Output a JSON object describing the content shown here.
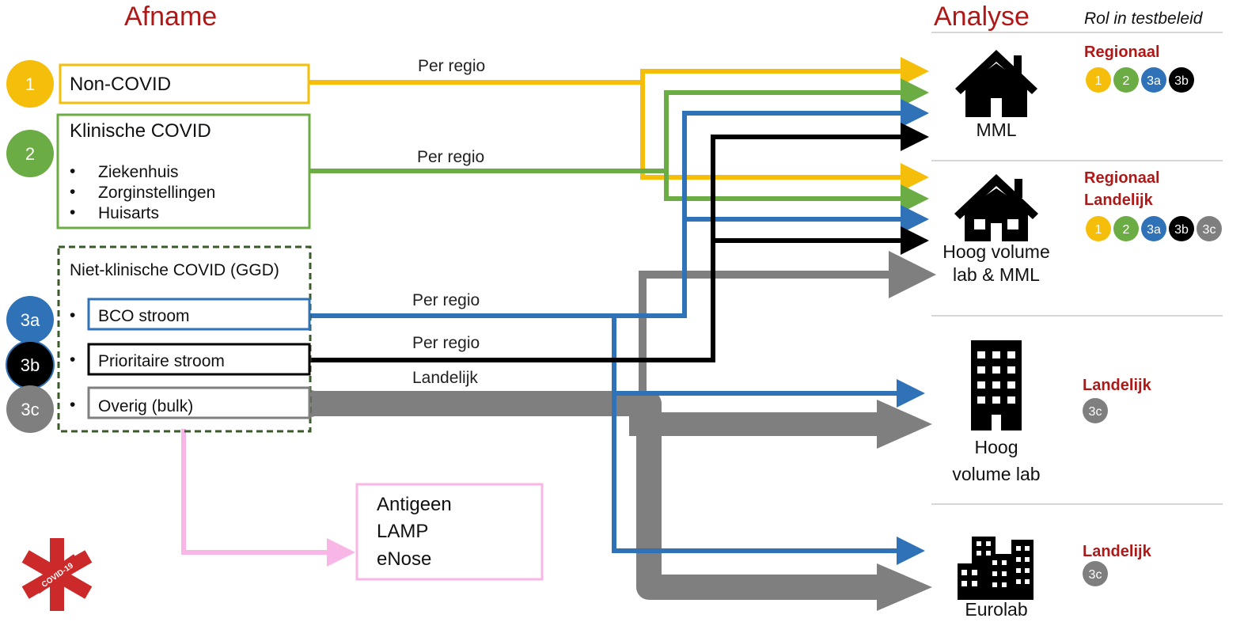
{
  "headers": {
    "afname": "Afname",
    "analyse": "Analyse",
    "rol": "Rol in testbeleid"
  },
  "sources": {
    "non_covid": {
      "num": "1",
      "title": "Non-COVID",
      "color": "#f5be0b"
    },
    "klinisch": {
      "num": "2",
      "title": "Klinische COVID",
      "color": "#6cac44",
      "items": [
        "Ziekenhuis",
        "Zorginstellingen",
        "Huisarts"
      ]
    },
    "niet_klinisch": {
      "title": "Niet-klinische COVID (GGD)",
      "border_color": "#3b5a2a",
      "streams": [
        {
          "num": "3a",
          "label": "BCO stroom",
          "color": "#2f72b8"
        },
        {
          "num": "3b",
          "label": "Prioritaire stroom",
          "color": "#000000"
        },
        {
          "num": "3c",
          "label": "Overig (bulk)",
          "color": "#7f7f7f"
        }
      ]
    }
  },
  "flow_labels": {
    "non_covid": "Per regio",
    "klinisch": "Per regio",
    "bco": "Per regio",
    "prioritair": "Per regio",
    "bulk": "Landelijk"
  },
  "alternatives": {
    "items": [
      "Antigeen",
      "LAMP",
      "eNose"
    ],
    "border_color": "#f7b6e6"
  },
  "labs": {
    "mml": {
      "label": "MML"
    },
    "hoog_mml": {
      "label_line1": "Hoog volume",
      "label_line2": "lab & MML"
    },
    "hoog": {
      "label_line1": "Hoog",
      "label_line2": "volume lab"
    },
    "eurolab": {
      "label": "Eurolab"
    }
  },
  "roles": {
    "mml": {
      "lines": [
        "Regionaal"
      ],
      "badges": [
        "1",
        "2",
        "3a",
        "3b"
      ]
    },
    "hoog_mml": {
      "lines": [
        "Regionaal",
        "Landelijk"
      ],
      "badges": [
        "1",
        "2",
        "3a",
        "3b",
        "3c"
      ]
    },
    "hoog": {
      "lines": [
        "Landelijk"
      ],
      "badges": [
        "3c"
      ]
    },
    "eurolab": {
      "lines": [
        "Landelijk"
      ],
      "badges": [
        "3c"
      ]
    }
  },
  "logo": {
    "text": "COVID-19",
    "color": "#cc2a2a"
  },
  "colors": {
    "yellow": "#f5be0b",
    "green": "#6cac44",
    "blue": "#2f72b8",
    "black": "#000000",
    "grey": "#7f7f7f",
    "pink": "#f7b6e6",
    "header_red": "#b01818"
  }
}
